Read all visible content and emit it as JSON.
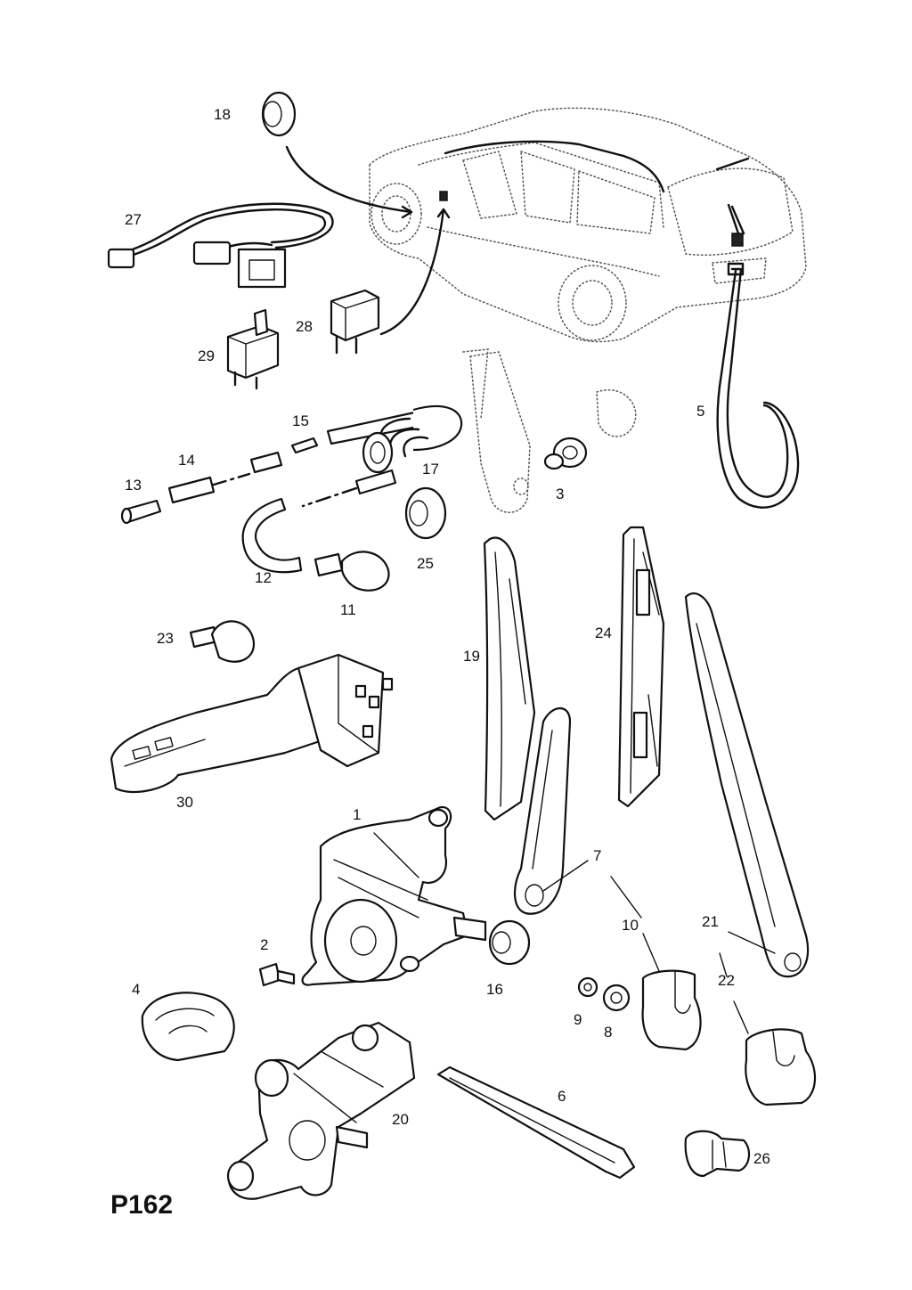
{
  "page_code": "P162",
  "callouts": {
    "c1": "1",
    "c2": "2",
    "c3": "3",
    "c4": "4",
    "c5": "5",
    "c6": "6",
    "c7": "7",
    "c8": "8",
    "c9": "9",
    "c10": "10",
    "c11": "11",
    "c12": "12",
    "c13": "13",
    "c14": "14",
    "c15": "15",
    "c16": "16",
    "c17": "17",
    "c18": "18",
    "c19": "19",
    "c20": "20",
    "c21": "21",
    "c22": "22",
    "c23": "23",
    "c24": "24",
    "c25": "25",
    "c26": "26",
    "c27": "27",
    "c28": "28",
    "c29": "29",
    "c30": "30"
  }
}
